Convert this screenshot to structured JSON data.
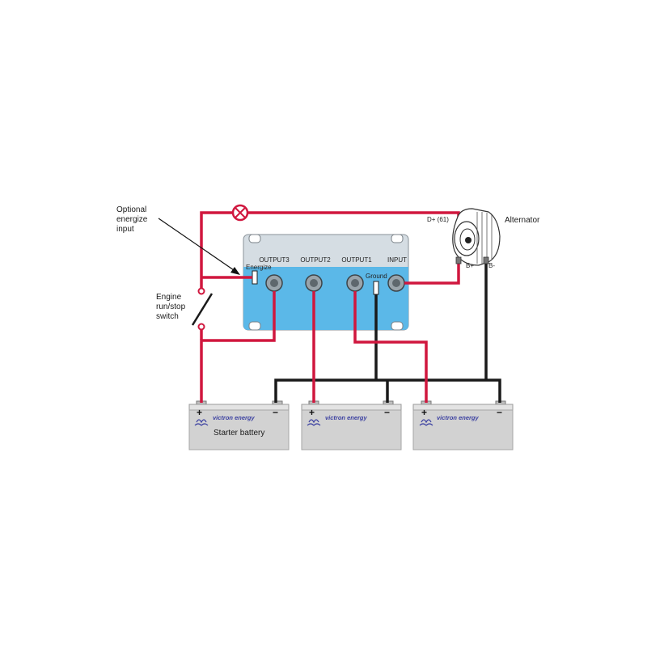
{
  "labels": {
    "optional_energize": [
      "Optional",
      "energize",
      "input"
    ],
    "engine_switch": [
      "Engine",
      "run/stop",
      "switch"
    ],
    "alternator": "Alternator",
    "d_plus": "D+ (61)",
    "b_plus": "B+",
    "b_minus": "B-",
    "energize": "Energize",
    "ground": "Ground",
    "output3": "OUTPUT3",
    "output2": "OUTPUT2",
    "output1": "OUTPUT1",
    "input": "INPUT",
    "starter_battery": "Starter battery"
  },
  "batteries": [
    {
      "brand": "victron energy",
      "plus": "+",
      "minus": "−",
      "name": "Starter battery"
    },
    {
      "brand": "victron energy",
      "plus": "+",
      "minus": "−",
      "name": ""
    },
    {
      "brand": "victron energy",
      "plus": "+",
      "minus": "−",
      "name": ""
    }
  ],
  "colors": {
    "positive_wire": "#d0173e",
    "negative_wire": "#1a1a1a",
    "isolator_body": "#5bb8e8",
    "isolator_top": "#d5dde3",
    "battery_body": "#d2d2d2"
  }
}
